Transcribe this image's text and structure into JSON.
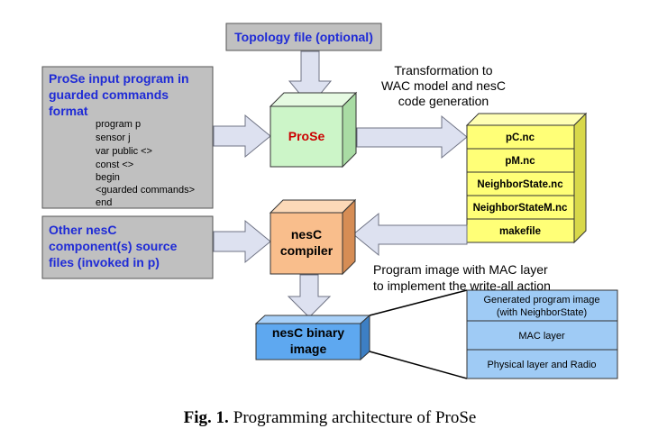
{
  "topology": {
    "label": "Topology file (optional)"
  },
  "prose_input": {
    "title_lines": [
      "ProSe input program in",
      "guarded commands",
      "format"
    ],
    "code_lines": [
      "program p",
      "sensor j",
      "var public <>",
      "const <>",
      "begin",
      "<guarded commands>",
      "end"
    ]
  },
  "nesc_input": {
    "title_lines": [
      "Other nesC",
      "component(s) source",
      "files (invoked in p)"
    ]
  },
  "prose_box": {
    "label": "ProSe"
  },
  "compiler_box": {
    "label_lines": [
      "nesC",
      "compiler"
    ]
  },
  "binary_box": {
    "label_lines": [
      "nesC binary",
      "image"
    ]
  },
  "transformation_note": {
    "lines": [
      "Transformation to",
      "WAC model and nesC",
      "code generation"
    ]
  },
  "image_note": {
    "lines": [
      "Program image with MAC layer",
      "to implement the write-all action"
    ]
  },
  "files": [
    "pC.nc",
    "pM.nc",
    "NeighborState.nc",
    "NeighborStateM.nc",
    "makefile"
  ],
  "layers": {
    "first_lines": [
      "Generated program image",
      "(with NeighborState)"
    ],
    "others": [
      "MAC layer",
      "Physical layer and Radio"
    ]
  },
  "caption": {
    "prefix": "Fig. 1.",
    "text": "Programming architecture of ProSe"
  },
  "colors": {
    "blue_text": "#1f2bd6",
    "gray_box": "#c0c0c0",
    "prose_front": "#ccf5c8",
    "compiler_front": "#f9be8c",
    "file_front": "#ffff77",
    "binary_front": "#5ea8f0",
    "layer_fill": "#9fcbf5"
  }
}
